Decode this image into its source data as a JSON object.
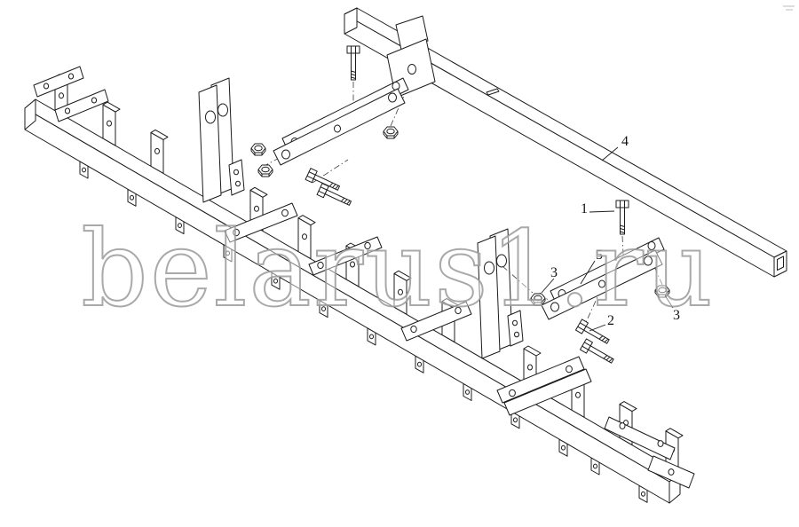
{
  "watermark": {
    "text": "belarus1.ru"
  },
  "callouts": [
    {
      "label": "4"
    },
    {
      "label": "1"
    },
    {
      "label": "5"
    },
    {
      "label": "3"
    },
    {
      "label": "2"
    },
    {
      "label": "3"
    }
  ],
  "colors": {
    "background": "#ffffff",
    "line": "#1c1c1c",
    "watermark": "#9a9a9a"
  }
}
